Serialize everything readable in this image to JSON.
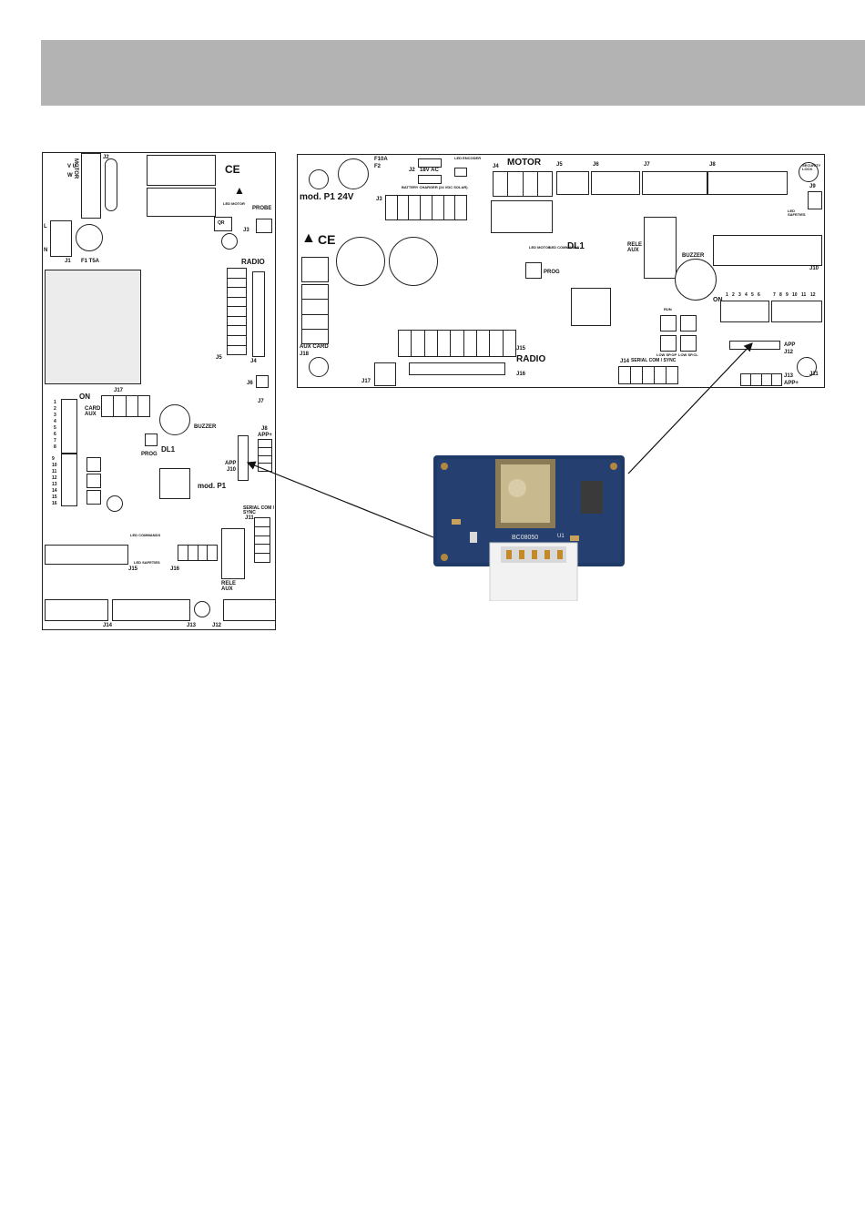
{
  "left_board": {
    "motor_terminals": "V U W",
    "motor_label": "MOTOR",
    "j2": "J2",
    "j1": "J1",
    "fuse": "F1 T5A",
    "l": "L",
    "n": "N",
    "probe": "PROBE",
    "qr": "QR",
    "j3": "J3",
    "radio": "RADIO",
    "j5": "J5",
    "j4": "J4",
    "j6": "J6",
    "j7": "J7",
    "j8": "J8",
    "app_plus": "APP+",
    "j17": "J17",
    "on": "ON",
    "card_aux": "CARD AUX",
    "buzzer": "BUZZER",
    "prog": "PROG",
    "dl1": "DL1",
    "app": "APP",
    "j10": "J10",
    "model": "mod. P1",
    "serial": "SERIAL COM / SYNC",
    "j11": "J11",
    "j16": "J16",
    "j15": "J15",
    "rele_aux": "RELE AUX",
    "j14": "J14",
    "j13": "J13",
    "j12": "J12",
    "dip_numbers": [
      "1",
      "2",
      "3",
      "4",
      "5",
      "6",
      "7",
      "8",
      "9",
      "10",
      "11",
      "12",
      "13",
      "14",
      "15",
      "16"
    ],
    "led_motor": "LED MOTOR",
    "led_commands": "LED COMMANDS",
    "led_safeties": "LED SAFETIES"
  },
  "right_board": {
    "fuse": "F10A",
    "f2": "F2",
    "model": "mod. P1 24V",
    "j2": "J2",
    "ac": "18V AC",
    "battery": "BATTERY CHARGER (24 VDC SOLAR)",
    "led_encoder": "LED ENCODER",
    "j4": "J4",
    "motor": "MOTOR",
    "j5": "J5",
    "j6": "J6",
    "j7": "J7",
    "j8": "J8",
    "security_lock": "SECURITY LOCK",
    "j9": "J9",
    "led_safeties": "LED SAFETIES",
    "j3": "J3",
    "led_motor": "LED MOTOR",
    "led_commands": "LED COMMANDS",
    "dl1": "DL1",
    "rele_aux": "RELE AUX",
    "buzzer": "BUZZER",
    "j10": "J10",
    "prog": "PROG",
    "on": "ON",
    "dip_numbers": [
      "1",
      "2",
      "3",
      "4",
      "5",
      "6",
      "7",
      "8",
      "9",
      "10",
      "11",
      "12"
    ],
    "aux_card": "AUX CARD",
    "j18": "J18",
    "j15": "J15",
    "radio": "RADIO",
    "j16": "J16",
    "j17": "J17",
    "run": "RUN",
    "low_speed_open": "LOW SP.OP",
    "low_speed_close": "LOW SP.CL",
    "j14": "J14",
    "serial": "SERIAL COM / SYNC",
    "app": "APP",
    "j12": "J12",
    "j13": "J13",
    "app_plus": "APP+",
    "j11": "J11"
  },
  "module": {
    "part_id": "BC08050",
    "u1": "U1"
  }
}
